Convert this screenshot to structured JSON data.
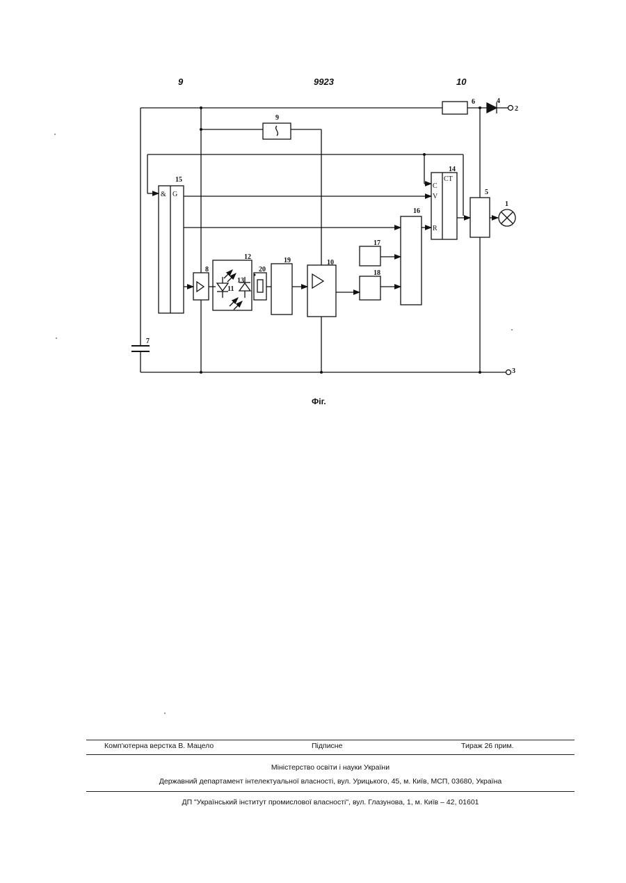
{
  "header": {
    "left": "9",
    "center": "9923",
    "right": "10"
  },
  "diagram": {
    "labels": [
      "1",
      "2",
      "3",
      "4",
      "5",
      "6",
      "7",
      "8",
      "9",
      "10",
      "11",
      "12",
      "13",
      "14",
      "15",
      "16",
      "17",
      "18",
      "19",
      "20"
    ],
    "pins": {
      "and": "&",
      "g": "G",
      "c": "C",
      "v": "V",
      "r": "R",
      "ct": "CT"
    }
  },
  "caption": "Фіг.",
  "footer": {
    "left": "Комп'ютерна верстка В. Мацело",
    "center": "Підписне",
    "right": "Тираж 26 прим.",
    "line2": "Міністерство освіти і науки України",
    "line3": "Державний департамент інтелектуальної власності, вул. Урицького, 45, м. Київ, МСП, 03680, Україна",
    "line4": "ДП \"Український інститут промислової власності\", вул. Глазунова, 1, м. Київ – 42, 01601"
  }
}
